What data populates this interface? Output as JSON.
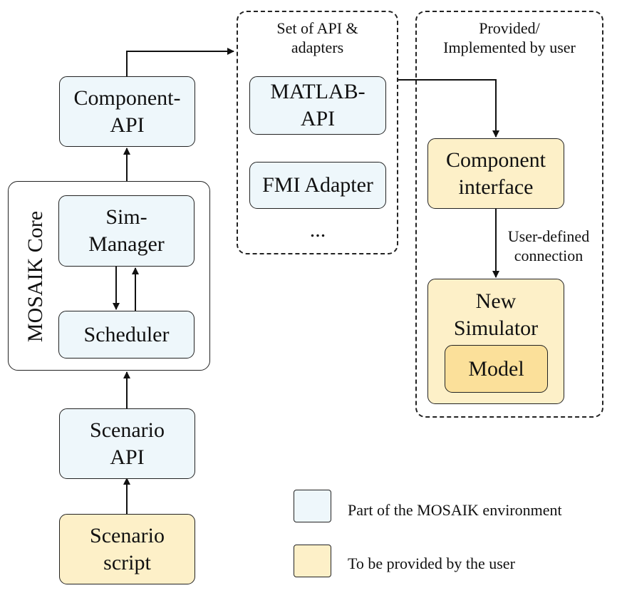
{
  "colors": {
    "environment_fill": "#eef7fb",
    "user_fill": "#fdf0c8",
    "model_fill": "#fbe09a",
    "stroke": "#222222"
  },
  "nodes": {
    "component_api": "Component-\nAPI",
    "sim_manager": "Sim-\nManager",
    "scheduler": "Scheduler",
    "scenario_api": "Scenario\nAPI",
    "scenario_script": "Scenario\nscript",
    "matlab_api": "MATLAB-\nAPI",
    "fmi_adapter": "FMI Adapter",
    "ellipsis": "...",
    "component_interface": "Component\ninterface",
    "new_simulator": "New\nSimulator",
    "model": "Model"
  },
  "groups": {
    "mosaik_core": "MOSAIK Core",
    "api_adapters": "Set of API &\nadapters",
    "user_provided": "Provided/\nImplemented by user"
  },
  "edges": {
    "user_defined_connection": "User-defined\nconnection"
  },
  "legend": [
    {
      "label": "Part of the MOSAIK environment",
      "color": "#eef7fb"
    },
    {
      "label": "To be provided by the user",
      "color": "#fdf0c8"
    }
  ]
}
